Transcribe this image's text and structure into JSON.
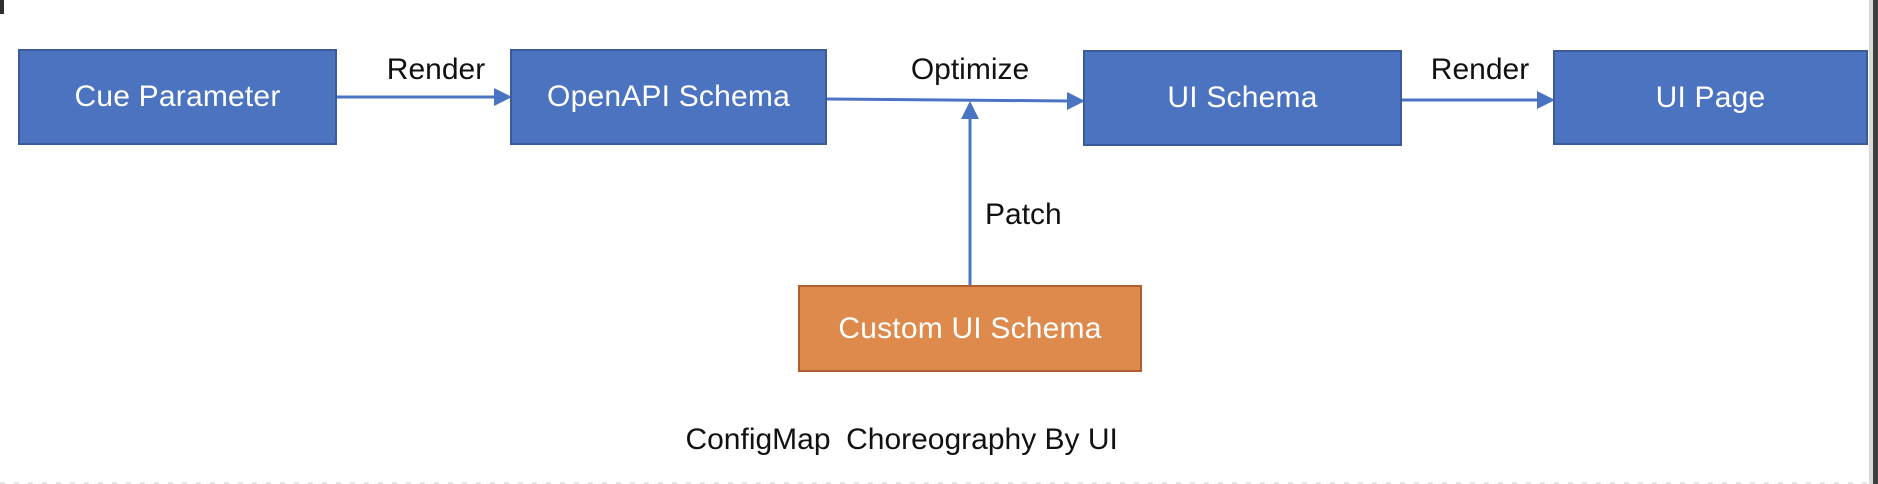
{
  "diagram": {
    "nodes": [
      {
        "id": "cue-parameter",
        "label": "Cue Parameter",
        "type": "blue"
      },
      {
        "id": "openapi-schema",
        "label": "OpenAPI Schema",
        "type": "blue"
      },
      {
        "id": "ui-schema",
        "label": "UI Schema",
        "type": "blue"
      },
      {
        "id": "ui-page",
        "label": "UI Page",
        "type": "blue"
      },
      {
        "id": "custom-ui-schema",
        "label": "Custom UI Schema",
        "type": "orange"
      }
    ],
    "edges": [
      {
        "label": "Render",
        "from": "cue-parameter",
        "to": "openapi-schema",
        "direction": "right"
      },
      {
        "label": "Optimize",
        "from": "openapi-schema",
        "to": "ui-schema",
        "direction": "right"
      },
      {
        "label": "Render",
        "from": "ui-schema",
        "to": "ui-page",
        "direction": "right"
      },
      {
        "label": "Patch",
        "from": "custom-ui-schema",
        "to": "optimize-edge",
        "direction": "up"
      }
    ],
    "footnotes": [
      {
        "text": "ConfigMap"
      },
      {
        "text": "Choreography By UI"
      }
    ],
    "colors": {
      "blue_fill": "#4b73c0",
      "blue_border": "#3a5a9a",
      "orange_fill": "#de8a4c",
      "orange_border": "#ad5f2d",
      "arrow_color": "#4a74c2"
    }
  }
}
